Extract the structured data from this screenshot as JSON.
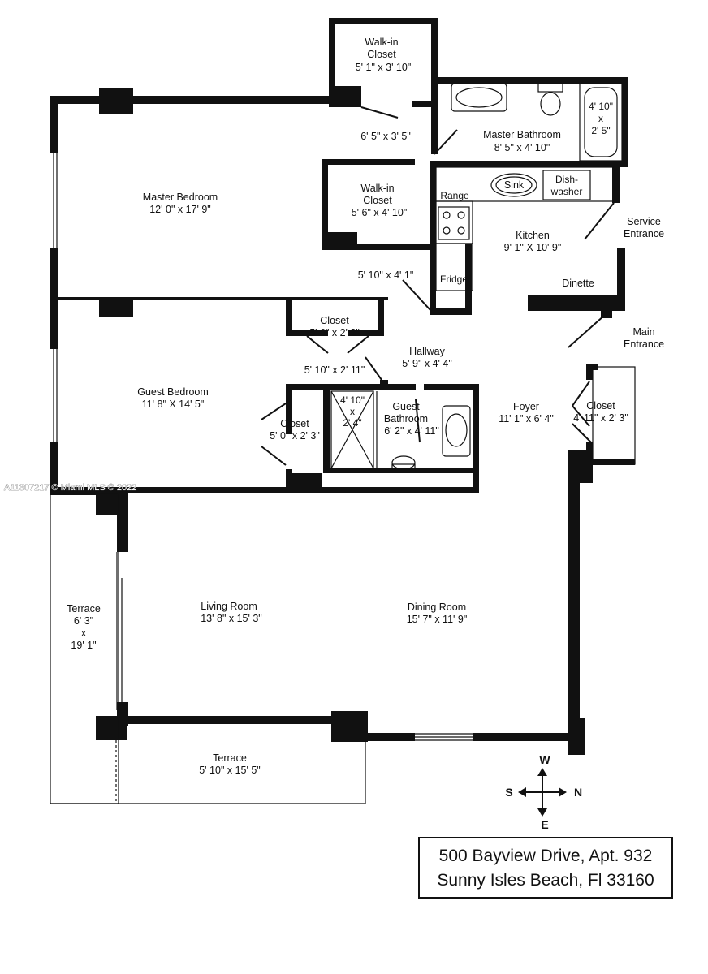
{
  "rooms": {
    "walkin_closet_1": {
      "name_1": "Walk-in",
      "name_2": "Closet",
      "dims": "5' 1\" x 3' 10\""
    },
    "closet_passage": {
      "dims": "6' 5\" x 3' 5\""
    },
    "master_bathroom": {
      "name": "Master Bathroom",
      "dims": "8' 5\" x 4' 10\""
    },
    "tub": {
      "dim_1": "4' 10\"",
      "x": "x",
      "dim_2": "2' 5\""
    },
    "master_bedroom": {
      "name": "Master Bedroom",
      "dims": "12' 0\" x 17' 9\""
    },
    "walkin_closet_2": {
      "name_1": "Walk-in",
      "name_2": "Closet",
      "dims": "5' 6\" x 4' 10\""
    },
    "range": {
      "name": "Range"
    },
    "sink": {
      "name": "Sink"
    },
    "dishwasher": {
      "name_1": "Dish-",
      "name_2": "washer"
    },
    "kitchen": {
      "name": "Kitchen",
      "dims": "9' 1\" X 10' 9\""
    },
    "service_entrance": {
      "name_1": "Service",
      "name_2": "Entrance"
    },
    "passage_2": {
      "dims": "5' 10\" x 4' 1\""
    },
    "fridge": {
      "name": "Fridge"
    },
    "dinette": {
      "name": "Dinette"
    },
    "closet_1": {
      "name": "Closet",
      "dims": "5' 6\" x 2' 3\""
    },
    "main_entrance": {
      "name_1": "Main",
      "name_2": "Entrance"
    },
    "hallway": {
      "name": "Hallway",
      "dims": "5' 9\" x 4' 4\""
    },
    "passage_3": {
      "dims": "5' 10\" x 2' 11\""
    },
    "guest_bedroom": {
      "name": "Guest Bedroom",
      "dims": "11' 8\" X 14' 5\""
    },
    "shower": {
      "dim_1": "4' 10\"",
      "x": "x",
      "dim_2": "2' 4\""
    },
    "guest_bathroom": {
      "name_1": "Guest",
      "name_2": "Bathroom",
      "dims": "6' 2\" x 4' 11\""
    },
    "closet_2": {
      "name": "Closet",
      "dims": "5' 0\" x 2' 3\""
    },
    "foyer": {
      "name": "Foyer",
      "dims": "11' 1\" x 6' 4\""
    },
    "closet_3": {
      "name": "Closet",
      "dims": "4' 11\" x 2' 3\""
    },
    "terrace_side": {
      "name": "Terrace",
      "dim_1": "6' 3\"",
      "x": "x",
      "dim_2": "19' 1\""
    },
    "living_room": {
      "name": "Living Room",
      "dims": "13' 8\" x 15' 3\""
    },
    "dining_room": {
      "name": "Dining Room",
      "dims": "15' 7\" x 11' 9\""
    },
    "terrace_bottom": {
      "name": "Terrace",
      "dims": "5' 10\" x 15' 5\""
    }
  },
  "compass": {
    "north": "N",
    "south": "S",
    "east": "E",
    "west": "W"
  },
  "address": {
    "line_1": "500 Bayview Drive, Apt. 932",
    "line_2": "Sunny Isles Beach, Fl 33160"
  },
  "watermark": {
    "text": "A11307217 © Miami MLS © 2022"
  }
}
